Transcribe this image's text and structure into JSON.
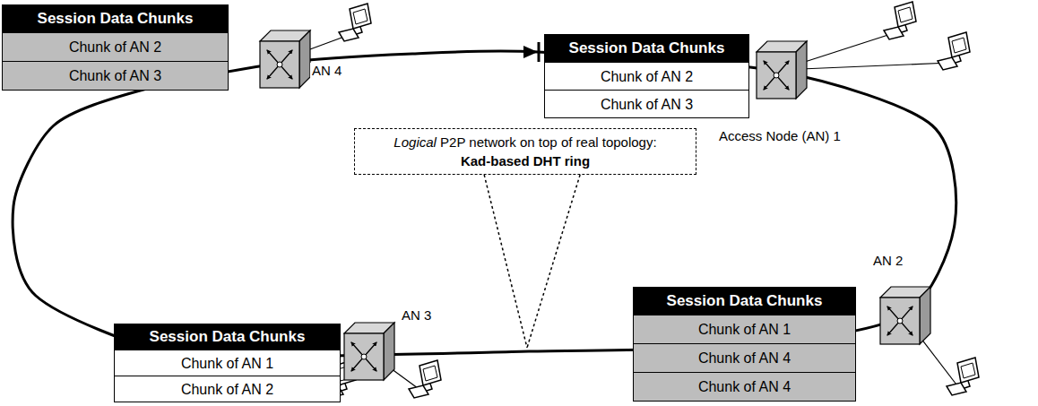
{
  "diagram": {
    "nodes": [
      {
        "text": [
          "Session Data Chunks",
          "Chunk of  AN 2",
          "Chunk of  AN 3"
        ]
      },
      {
        "text": [
          "Session Data Chunks",
          "Chunk of  AN 2",
          "Chunk of  AN 3"
        ]
      },
      {
        "text": [
          "Logical P2P network on top of real topology:",
          "Kad-based DHT ring"
        ]
      },
      {
        "text": [
          "Session Data Chunks",
          "Chunk of  AN 1",
          "Chunk of  AN 2"
        ]
      },
      {
        "text": [
          "Session Data Chunks",
          "Chunk of  AN 1",
          "Chunk of  AN 4",
          "Chunk of  AN 4"
        ]
      }
    ],
    "labels": [
      "AN 4",
      "Access Node (AN) 1",
      "AN 2",
      "AN 3"
    ]
  }
}
